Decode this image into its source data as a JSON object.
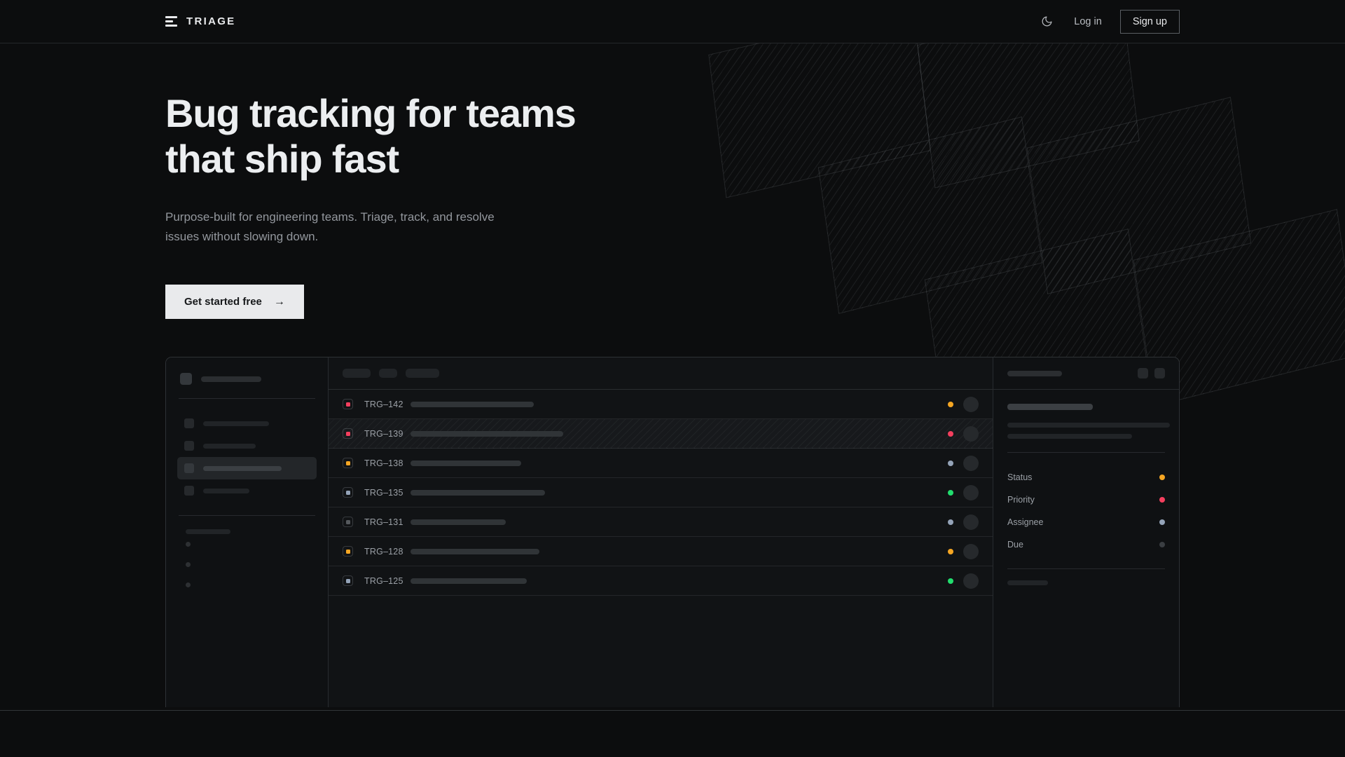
{
  "brand": {
    "name": "TRIAGE",
    "logo_icon": "stacked-bars-icon"
  },
  "nav": {
    "theme_toggle_icon": "moon-icon",
    "login_label": "Log in",
    "signup_label": "Sign up"
  },
  "hero": {
    "title_line1": "Bug tracking for teams",
    "title_line2": "that ship fast",
    "subtitle_line1": "Purpose-built for engineering teams. Triage, track, and",
    "subtitle_line2": "resolve issues without slowing down.",
    "cta_label": "Get started free",
    "cta_arrow": "→"
  },
  "colors": {
    "page_bg": "#0c0d0e",
    "panel_bg": "#111315",
    "text_primary": "#eceef0",
    "text_muted": "#93979d",
    "cta_bg": "#e9eaec",
    "status_orange": "#f5a623",
    "status_pink": "#f43f5e",
    "status_green": "#22dd6e",
    "status_blue_gray": "#94a3b8",
    "status_dim": "#3a3e42",
    "border": "rgba(190,200,210,0.17)"
  },
  "mockup": {
    "sidebar": {
      "workspace_skeleton_width": 86,
      "nav_items": [
        {
          "skeleton_width": 94,
          "active": false
        },
        {
          "skeleton_width": 75,
          "active": false
        },
        {
          "skeleton_width": 112,
          "active": true
        },
        {
          "skeleton_width": 66,
          "active": false
        }
      ],
      "section_label_width": 64,
      "dot_items": 3
    },
    "list": {
      "toolbar_chips": [
        40,
        26,
        48
      ],
      "rows": [
        {
          "key": "TRG–142",
          "priority_color": "#f43f5e",
          "title_width": 176,
          "status_color": "#f5a623",
          "selected": false
        },
        {
          "key": "TRG–139",
          "priority_color": "#f43f5e",
          "title_width": 218,
          "status_color": "#f43f5e",
          "selected": true
        },
        {
          "key": "TRG–138",
          "priority_color": "#f5a623",
          "title_width": 158,
          "status_color": "#94a3b8",
          "selected": false
        },
        {
          "key": "TRG–135",
          "priority_color": "#94a3b8",
          "title_width": 192,
          "status_color": "#22dd6e",
          "selected": false
        },
        {
          "key": "TRG–131",
          "priority_color": "#55595d",
          "title_width": 136,
          "status_color": "#94a3b8",
          "selected": false
        },
        {
          "key": "TRG–128",
          "priority_color": "#f5a623",
          "title_width": 184,
          "status_color": "#f5a623",
          "selected": false
        },
        {
          "key": "TRG–125",
          "priority_color": "#94a3b8",
          "title_width": 166,
          "status_color": "#22dd6e",
          "selected": false
        }
      ]
    },
    "detail": {
      "title_skeleton_width": 78,
      "action_buttons": 2,
      "heading_skeleton_width": 122,
      "body_skeleton_widths": [
        232,
        178
      ],
      "meta": [
        {
          "label": "Status",
          "color": "#f5a623"
        },
        {
          "label": "Priority",
          "color": "#f43f5e"
        },
        {
          "label": "Assignee",
          "color": "#94a3b8"
        },
        {
          "label": "Due",
          "color": "#3a3e42"
        }
      ],
      "comments_label_width": 58,
      "comment_avatars": 2
    }
  }
}
